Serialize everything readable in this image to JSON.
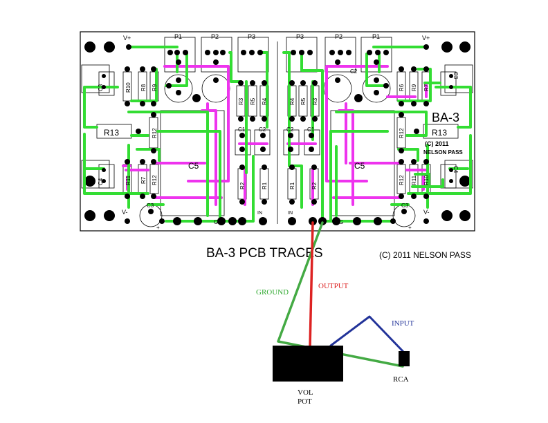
{
  "pcb": {
    "board_label": "BA-3",
    "copyright_line1": "(C) 2011",
    "copyright_line2": "NELSON PASS",
    "pots": [
      "P1",
      "P2",
      "P3"
    ],
    "rails": {
      "positive": "V+",
      "negative": "V-"
    },
    "left_resistors_top": [
      "R10",
      "R8",
      "R9"
    ],
    "left_resistors_bottom": [
      "R11",
      "R7",
      "R12"
    ],
    "right_resistors_top": [
      "R6",
      "R9",
      "R7"
    ],
    "right_resistors_bottom": [
      "R12",
      "R11",
      "R10"
    ],
    "center_resistors_left": [
      "R3",
      "R5",
      "R4"
    ],
    "center_resistors_right": [
      "R4",
      "R5",
      "R3"
    ],
    "long_resistor": "R13",
    "short_resistor": "R12",
    "lower_resistors_left": [
      "R2",
      "R1"
    ],
    "lower_resistors_right": [
      "R1",
      "R2"
    ],
    "caps_small": [
      "C1",
      "C2"
    ],
    "cap_big": "C5",
    "cap_c3": "C3",
    "cap_c4": "C4",
    "cap_c2_big": "C2",
    "pads": {
      "ground": "G",
      "input": "IN",
      "plus": "+"
    }
  },
  "title": "BA-3  PCB TRACES",
  "copyright": "(C) 2011 NELSON PASS",
  "wiring": {
    "ground": "GROUND",
    "output": "OUTPUT",
    "input": "INPUT",
    "vol_pot_line1": "VOL",
    "vol_pot_line2": "POT",
    "rca": "RCA"
  },
  "colors": {
    "trace_green": "#33dd33",
    "trace_magenta": "#ee33ee",
    "wire_ground": "#44aa44",
    "wire_output": "#dd2222",
    "wire_input": "#223399",
    "label_output": "#dd2222",
    "label_input": "#223399",
    "label_ground": "#33aa33"
  }
}
